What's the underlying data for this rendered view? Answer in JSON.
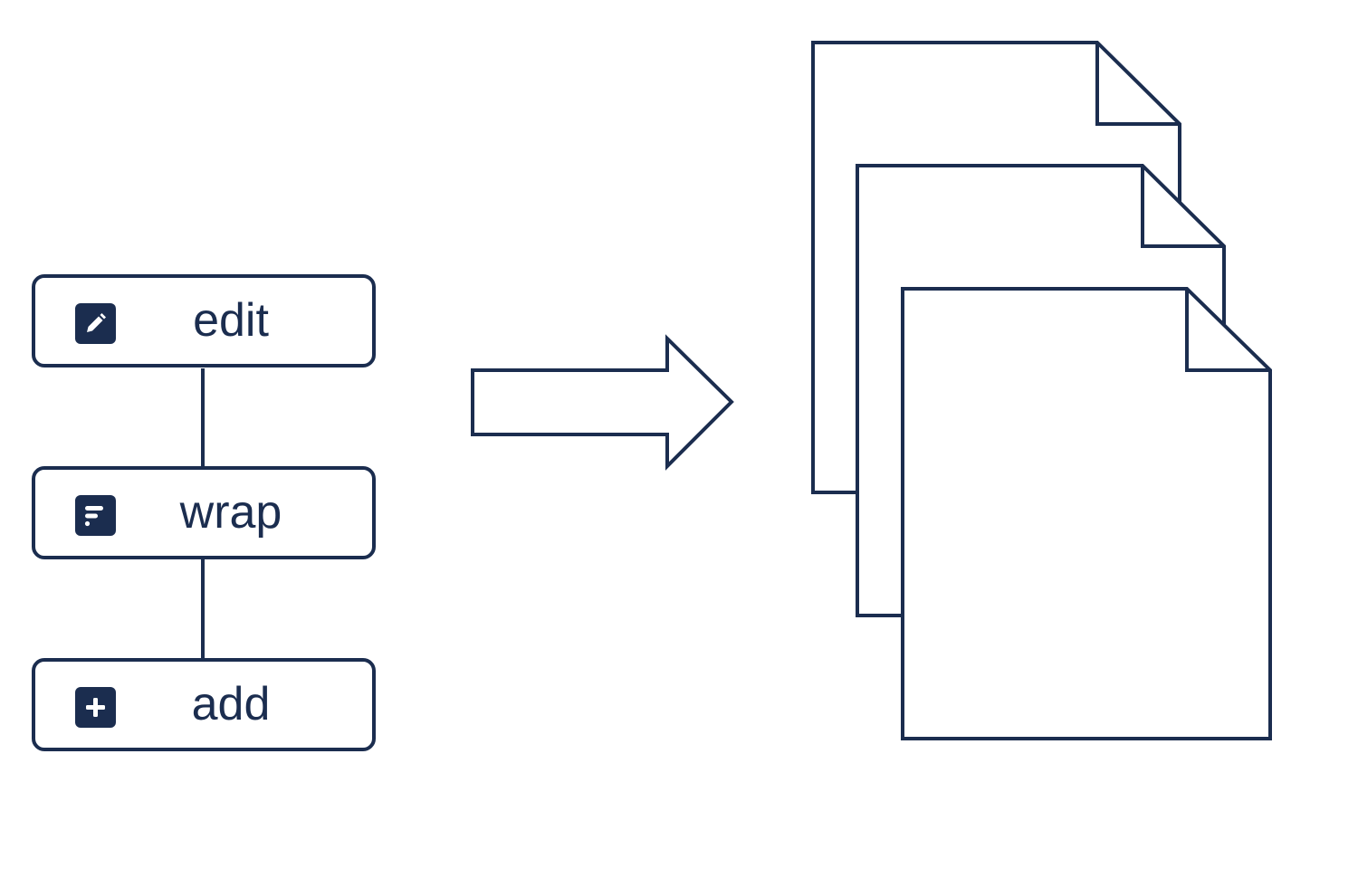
{
  "colors": {
    "ink": "#1b2d4f",
    "background": "#ffffff"
  },
  "steps": [
    {
      "label": "edit",
      "icon": "pencil-icon"
    },
    {
      "label": "wrap",
      "icon": "wrap-text-icon"
    },
    {
      "label": "add",
      "icon": "plus-icon"
    }
  ],
  "arrow": {
    "icon": "right-arrow-icon"
  },
  "documents": {
    "icon": "document-stack-icon",
    "count": 3
  }
}
